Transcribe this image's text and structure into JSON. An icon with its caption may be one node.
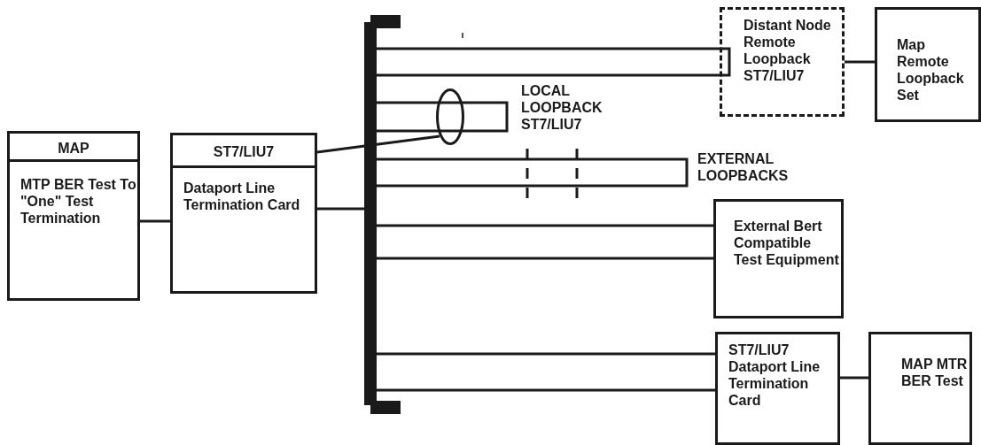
{
  "diagram": {
    "nodes": [
      {
        "text": [
          "MAP",
          "MTP BER Test To \"One\" Test Termination"
        ]
      },
      {
        "text": [
          "ST7/LIU7",
          "Dataport Line Termination Card"
        ]
      },
      {
        "text": [
          "Distant Node Remote Loopback ST7/LIU7"
        ]
      },
      {
        "text": [
          "Map Remote Loopback Set"
        ]
      },
      {
        "text": [
          "External Bert Compatible Test Equipment"
        ]
      },
      {
        "text": [
          "ST7/LIU7 Dataport Line Termination Card"
        ]
      },
      {
        "text": [
          "MAP MTR BER Test"
        ]
      },
      {
        "text": [],
        "shape": "bar"
      },
      {
        "text": [],
        "shape": "circle"
      }
    ],
    "edges": [
      {
        "from": 0,
        "to": 1,
        "arrow": "none"
      },
      {
        "from": 1,
        "to": 7,
        "arrow": "none"
      },
      {
        "from": 1,
        "to": 8,
        "arrow": "none"
      },
      {
        "from": 7,
        "to": 2,
        "arrow": "none"
      },
      {
        "from": 7,
        "to": 2,
        "arrow": "none"
      },
      {
        "from": 2,
        "to": 3,
        "arrow": "none"
      },
      {
        "from": 7,
        "to": 4,
        "arrow": "none"
      },
      {
        "from": 7,
        "to": 4,
        "arrow": "none"
      },
      {
        "from": 7,
        "to": 5,
        "arrow": "none"
      },
      {
        "from": 7,
        "to": 5,
        "arrow": "none"
      },
      {
        "from": 5,
        "to": 6,
        "arrow": "none"
      }
    ],
    "labels": [
      "LOCAL LOOPBACK ST7/LIU7",
      "EXTERNAL LOOPBACKS"
    ]
  }
}
